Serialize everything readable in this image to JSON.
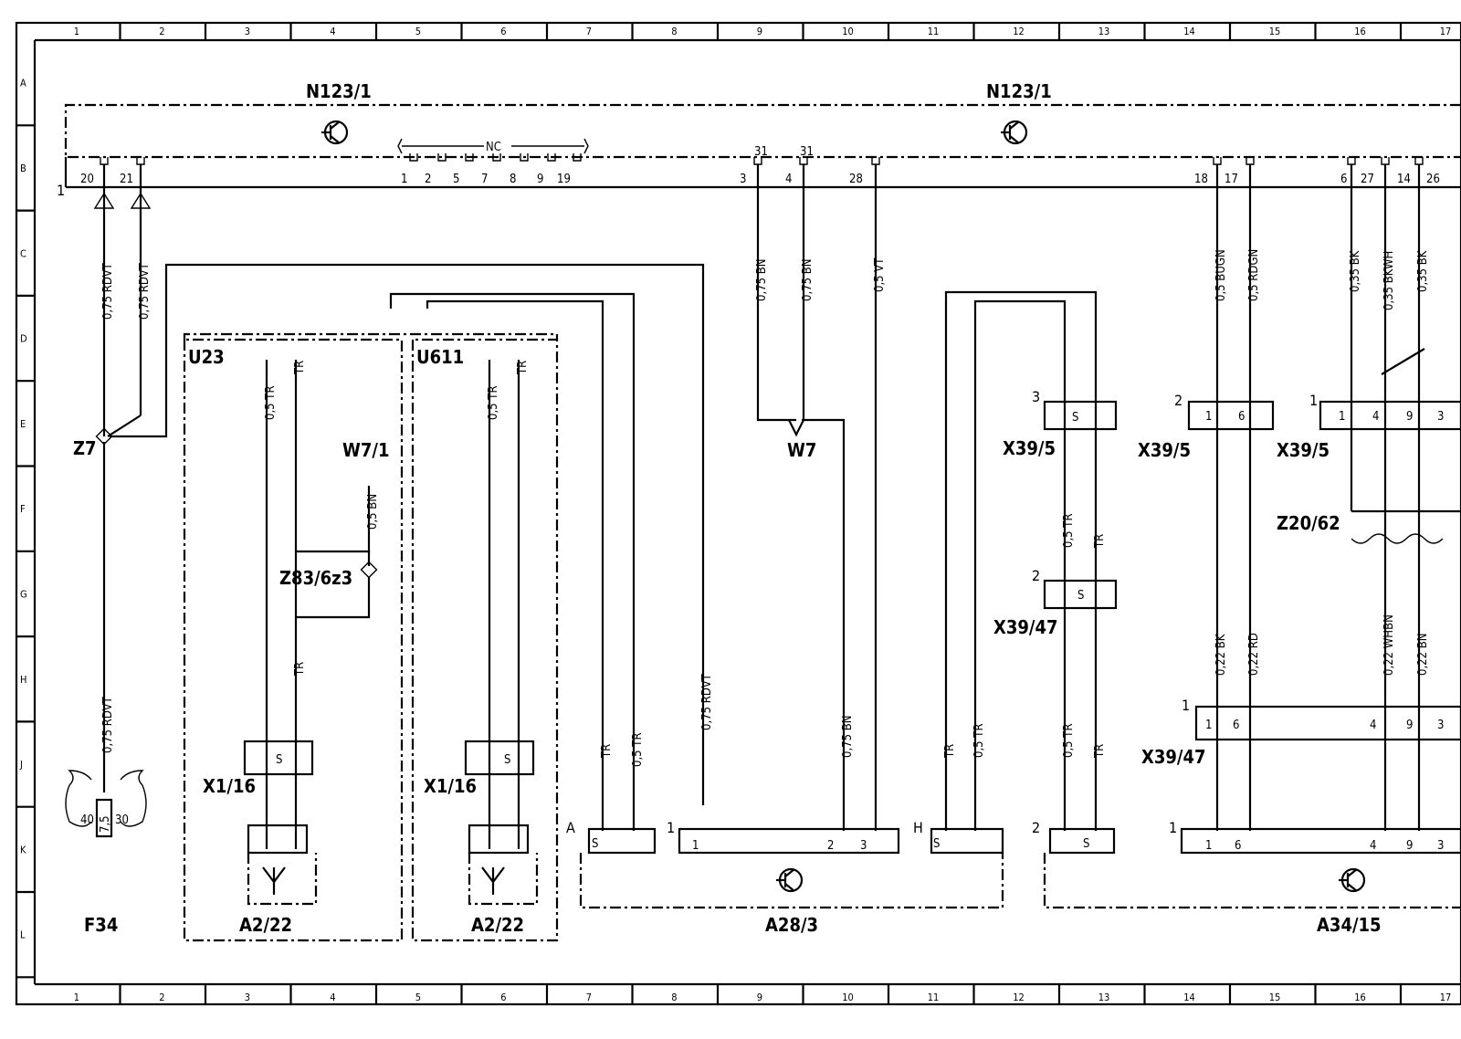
{
  "grid": {
    "columns": [
      "1",
      "2",
      "3",
      "4",
      "5",
      "6",
      "7",
      "8",
      "9",
      "10",
      "11",
      "12",
      "13",
      "14",
      "15",
      "16",
      "17"
    ],
    "rows": [
      "A",
      "B",
      "C",
      "D",
      "E",
      "F",
      "G",
      "H",
      "J",
      "K",
      "L"
    ]
  },
  "components": {
    "n123_left": "N123/1",
    "n123_right": "N123/1",
    "z7": "Z7",
    "f34": "F34",
    "u23": "U23",
    "u611": "U611",
    "w71": "W7/1",
    "z83": "Z83/6z3",
    "w7": "W7",
    "x116_a": "X1/16",
    "x116_b": "X1/16",
    "a222_a": "A2/22",
    "a222_b": "A2/22",
    "a283": "A28/3",
    "x395_a": "X39/5",
    "x395_b": "X39/5",
    "x395_c": "X39/5",
    "x3947_a": "X39/47",
    "x3947_b": "X39/47",
    "z2062": "Z20/62",
    "a3415": "A34/15"
  },
  "pins": {
    "n123_left": [
      "20",
      "21",
      "1",
      "2",
      "5",
      "7",
      "8",
      "9",
      "19",
      "3",
      "4",
      "28"
    ],
    "n123_right": [
      "18",
      "17",
      "6",
      "27",
      "14",
      "26"
    ],
    "nc": "NC",
    "ground_31_a": "31",
    "ground_31_b": "31",
    "housing_1": "1",
    "f34_40": "40",
    "f34_30": "30",
    "f34_rating": "7,5",
    "x395_a_pos": "3",
    "x395_b_pos": "2",
    "x395_b_1": "1",
    "x395_b_6": "6",
    "x395_c_pos": "1",
    "x395_c_1": "1",
    "x395_c_4": "4",
    "x395_c_9": "9",
    "x395_c_3": "3",
    "x3947_a_pos": "2",
    "x3947_b_pos": "1",
    "x3947_b_1": "1",
    "x3947_b_6": "6",
    "x3947_b_4": "4",
    "x3947_b_9": "9",
    "x3947_b_3": "3",
    "a283_a": "A",
    "a283_1pos": "1",
    "a283_1": "1",
    "a283_2": "2",
    "a283_3": "3",
    "a283_h": "H",
    "a3415_2pos": "2",
    "a3415_1pos": "1",
    "a3415_1": "1",
    "a3415_6": "6",
    "a3415_4": "4",
    "a3415_9": "9",
    "a3415_3": "3",
    "s": "S"
  },
  "wires": {
    "w20": "0,75 RDVT",
    "w21": "0,75 RDVT",
    "wf34": "0,75 RDVT",
    "wu23_1": "0,5 TR",
    "wu23_2": "TR",
    "wu23_3": "TR",
    "ww71": "0,5 BN",
    "wu611_1": "0,5 TR",
    "wu611_2": "TR",
    "wa283_tr": "TR",
    "wa283_05tr": "0,5 TR",
    "wa283_rdvt": "0,75 RDVT",
    "w3": "0,75 BN",
    "w4": "0,75 BN",
    "w28": "0,5 VT",
    "wa283_bn": "0,75 BN",
    "wh_tr": "TR",
    "wh_05tr": "0,5 TR",
    "wx395_05tr": "0,5 TR",
    "wx395_tr": "TR",
    "wk_05tr": "0,5 TR",
    "wk_tr": "TR",
    "w18": "0,5 BUGN",
    "w17": "0,5 RDGN",
    "w18b": "0,22 BK",
    "w17b": "0,22 RD",
    "w6": "0,35 BK",
    "w27": "0,35 BKWH",
    "w14": "0,35 BK",
    "w27b": "0,22 WHBN",
    "w14b": "0,22 BN"
  }
}
